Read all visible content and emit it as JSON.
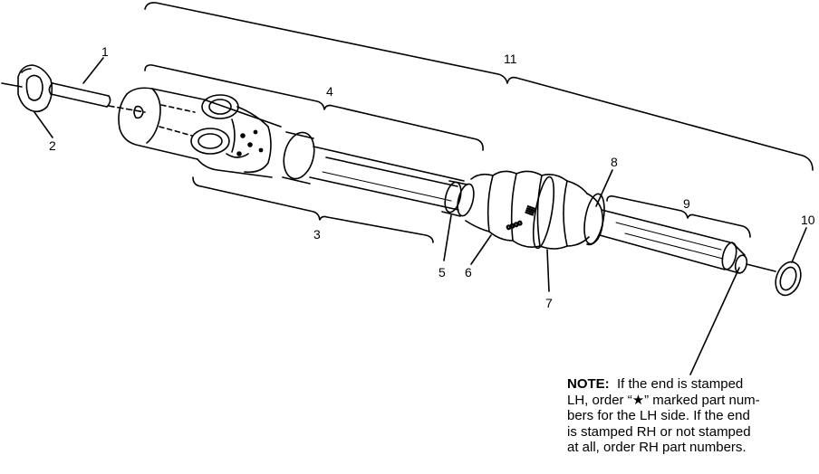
{
  "diagram": {
    "callouts": [
      {
        "id": "callout-1",
        "label": "1"
      },
      {
        "id": "callout-2",
        "label": "2"
      },
      {
        "id": "callout-3",
        "label": "3"
      },
      {
        "id": "callout-4",
        "label": "4"
      },
      {
        "id": "callout-5",
        "label": "5"
      },
      {
        "id": "callout-6",
        "label": "6"
      },
      {
        "id": "callout-7",
        "label": "7"
      },
      {
        "id": "callout-8",
        "label": "8"
      },
      {
        "id": "callout-9",
        "label": "9"
      },
      {
        "id": "callout-10",
        "label": "10"
      },
      {
        "id": "callout-11",
        "label": "11"
      }
    ]
  },
  "note": {
    "label": "NOTE:",
    "lines": [
      "If the end is stamped",
      "LH, order “★” marked part num-",
      "bers for the LH side.  If the end",
      "is stamped RH or not stamped",
      "at all, order RH part numbers."
    ]
  }
}
